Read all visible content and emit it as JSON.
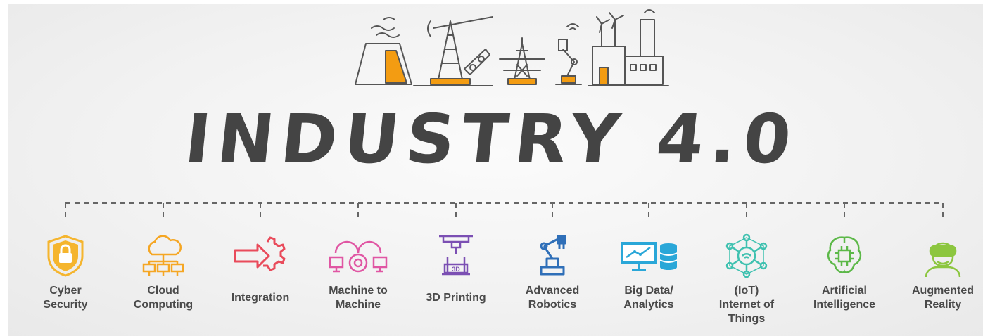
{
  "title": "INDUSTRY 4.0",
  "items": [
    {
      "label": "Cyber\nSecurity",
      "icon": "shield-lock-icon",
      "color": "#f5b52e"
    },
    {
      "label": "Cloud\nComputing",
      "icon": "cloud-network-icon",
      "color": "#f5a623"
    },
    {
      "label": "Integration",
      "icon": "arrow-gear-icon",
      "color": "#e94b5b"
    },
    {
      "label": "Machine to\nMachine",
      "icon": "machine-to-machine-icon",
      "color": "#e056a3"
    },
    {
      "label": "3D Printing",
      "icon": "3d-printer-icon",
      "color": "#7b4fb3",
      "badge": "3D"
    },
    {
      "label": "Advanced\nRobotics",
      "icon": "robot-arm-icon",
      "color": "#2f6fb8"
    },
    {
      "label": "Big Data/\nAnalytics",
      "icon": "analytics-database-icon",
      "color": "#2aa7d8"
    },
    {
      "label": "(IoT)\nInternet of\nThings",
      "icon": "iot-network-icon",
      "color": "#3fc1b0"
    },
    {
      "label": "Artificial\nIntelligence",
      "icon": "brain-chip-icon",
      "color": "#5cb848"
    },
    {
      "label": "Augmented\nReality",
      "icon": "vr-headset-user-icon",
      "color": "#8cc63f"
    }
  ],
  "colors": {
    "accent": "#f39c12",
    "line": "#555555",
    "title": "#444444"
  }
}
